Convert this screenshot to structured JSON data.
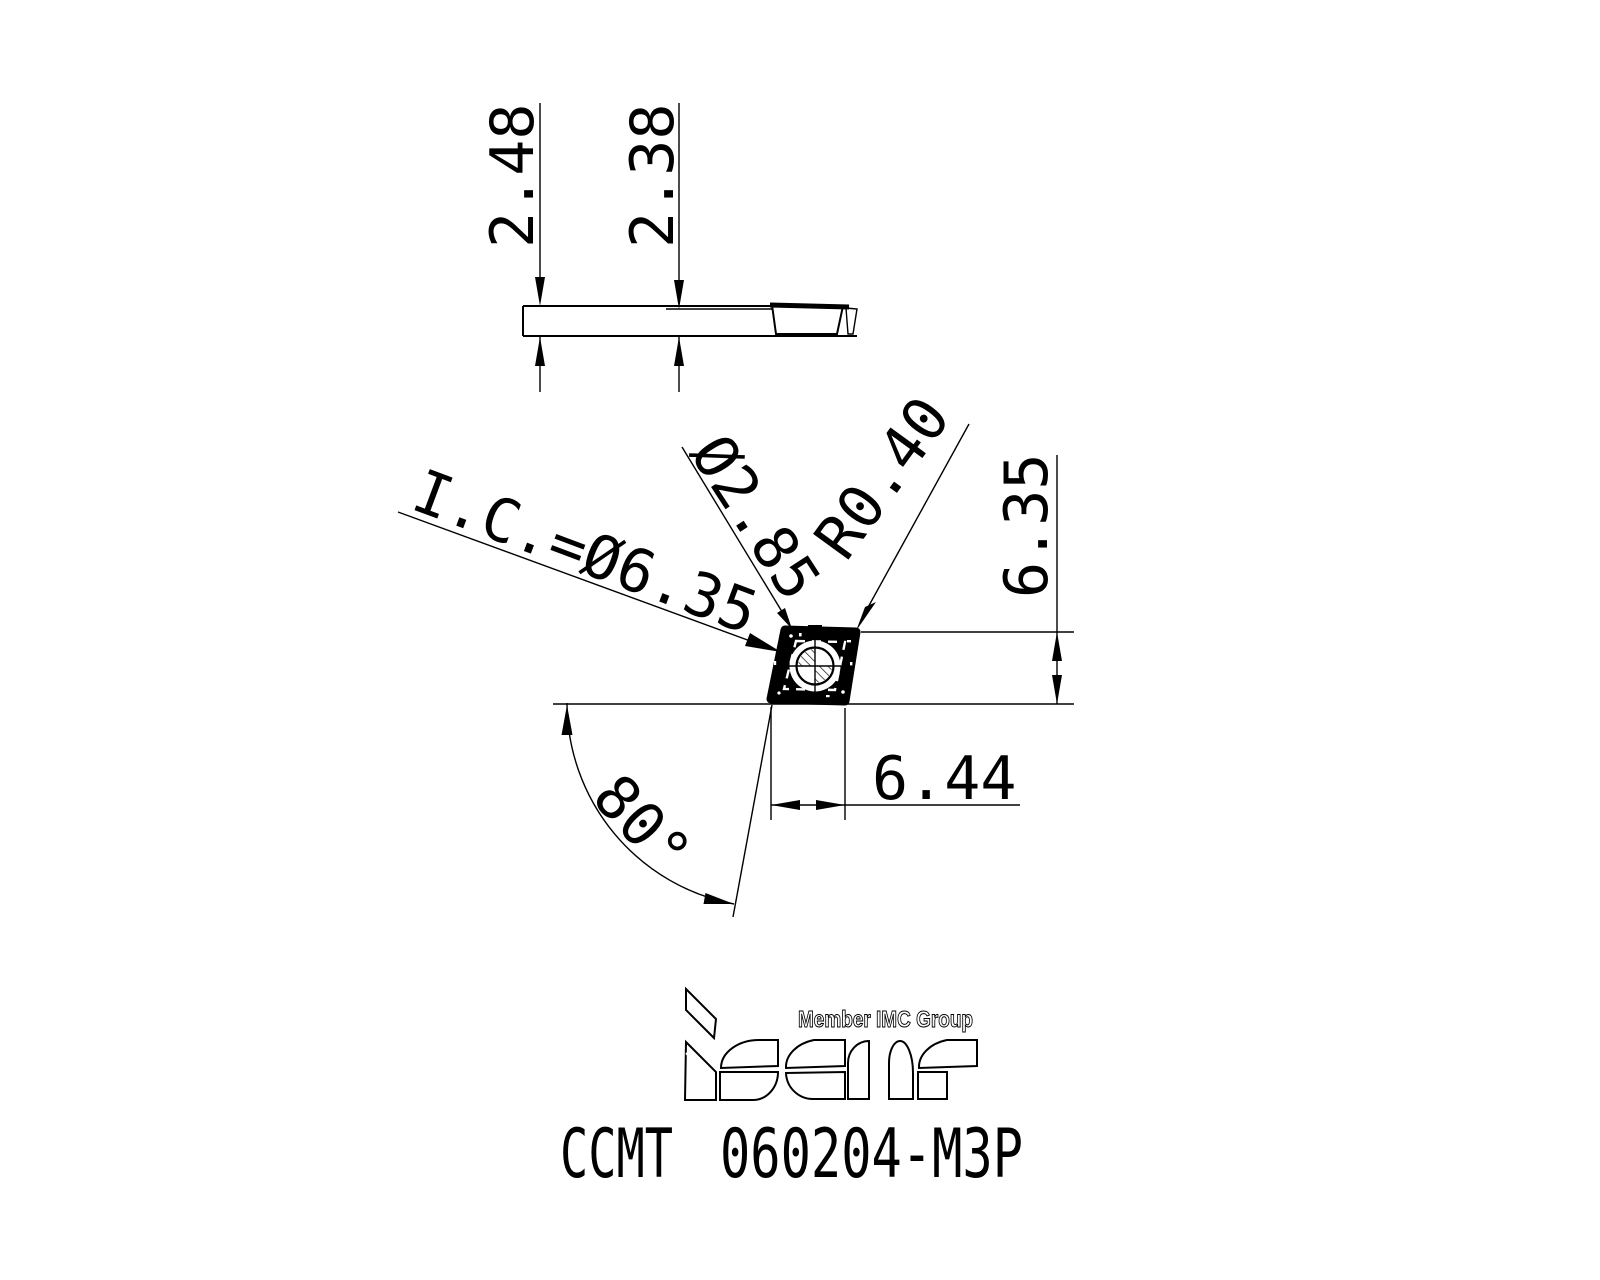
{
  "drawing": {
    "side_view": {
      "dim_thickness_edge": "2.48",
      "dim_thickness_face": "2.38"
    },
    "top_view": {
      "dim_inscribed_circle": "I.C.=Ø6.35",
      "dim_hole_diameter": "Ø2.85",
      "dim_corner_radius": "R0.40",
      "dim_width": "6.35",
      "dim_length": "6.44",
      "dim_nose_angle": "80°"
    },
    "logo": {
      "tagline": "Member IMC Group",
      "brand": "iscar",
      "logo_icon": "iscar-logo-mark"
    },
    "title": {
      "series": "CCMT",
      "designation": "060204-M3P",
      "full_part_number": "CCMT 060204-M3P"
    },
    "colors": {
      "line": "#000000",
      "background": "#ffffff",
      "insert_fill": "#000000"
    }
  }
}
